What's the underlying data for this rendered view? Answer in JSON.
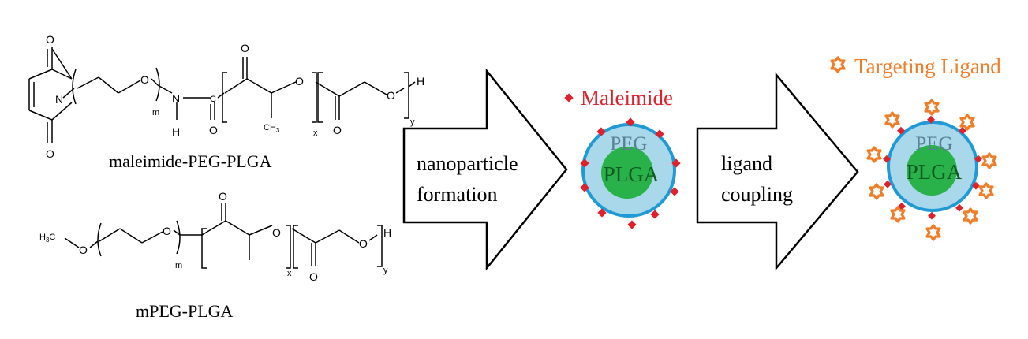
{
  "structures": {
    "maleimide_peg_plga": {
      "name": "maleimide-PEG-PLGA",
      "atoms": {
        "o1": "O",
        "o2": "O",
        "n": "N",
        "o_peg": "O",
        "nh_n": "N",
        "nh_h": "H",
        "c": "C",
        "c_o": "O",
        "o_top": "O",
        "ch3": "CH",
        "ch3_sub": "3",
        "o_ester": "O",
        "o_bottom": "O",
        "o_end": "O",
        "h_end": "H"
      },
      "subscripts": {
        "m": "m",
        "x": "x",
        "y": "y"
      }
    },
    "mpeg_plga": {
      "name": "mPEG-PLGA",
      "atoms": {
        "h3c": "H",
        "h3c_sub": "3",
        "h3c_c": "C",
        "o_start": "O",
        "o_peg": "O",
        "o_top": "O",
        "o_ester": "O",
        "o_bottom": "O",
        "o_end": "O",
        "h_end": "H"
      },
      "subscripts": {
        "m": "m",
        "x": "x",
        "y": "y"
      }
    }
  },
  "arrows": {
    "first": {
      "line1": "nanoparticle",
      "line2": "formation"
    },
    "second": {
      "line1": "ligand",
      "line2": "coupling"
    }
  },
  "legend": {
    "maleimide": {
      "label": "Maleimide",
      "color": "#e0202a"
    },
    "ligand": {
      "label": "Targeting Ligand",
      "color": "#f07d28"
    }
  },
  "nanoparticle": {
    "shell_label": "PEG",
    "core_label": "PLGA",
    "colors": {
      "shell": "#a8d8ea",
      "shell_border": "#1f9ad6",
      "core": "#2ab24a",
      "shell_text": "#5a7f93",
      "core_text": "#0f5a22"
    }
  }
}
